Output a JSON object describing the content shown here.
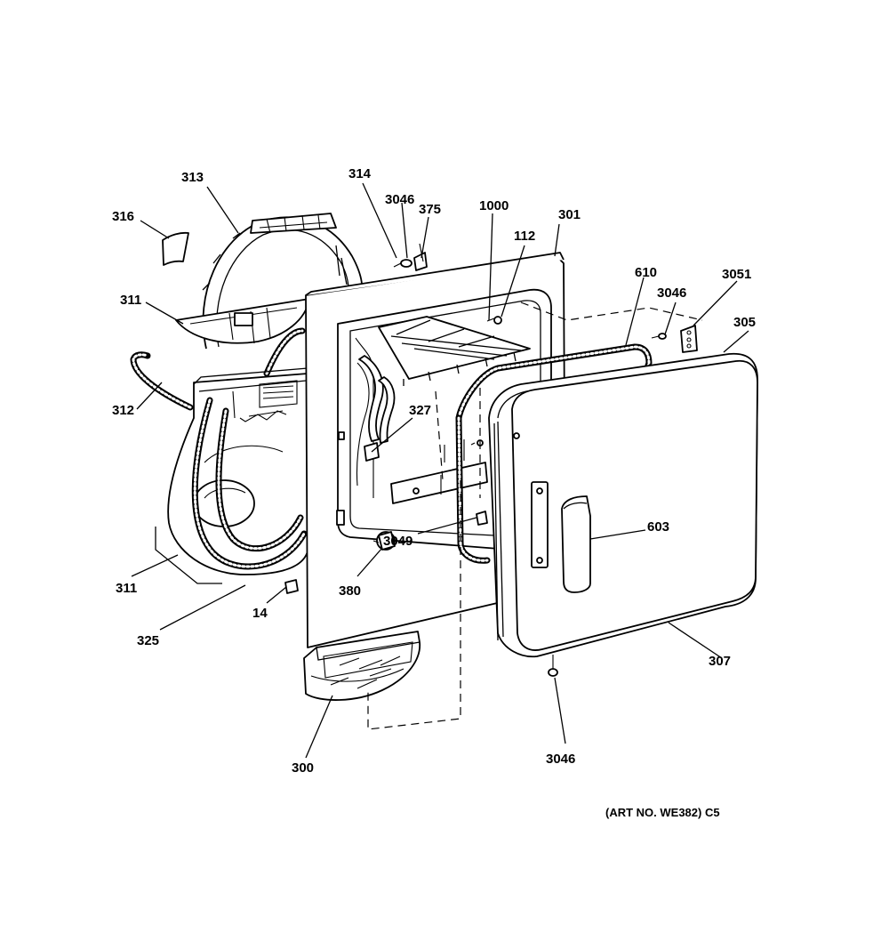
{
  "diagram": {
    "art_number": "(ART NO. WE382) C5",
    "callouts": [
      {
        "id": "316",
        "text": "316"
      },
      {
        "id": "313",
        "text": "313"
      },
      {
        "id": "314",
        "text": "314"
      },
      {
        "id": "3046a",
        "text": "3046"
      },
      {
        "id": "375",
        "text": "375"
      },
      {
        "id": "1000",
        "text": "1000"
      },
      {
        "id": "301",
        "text": "301"
      },
      {
        "id": "112",
        "text": "112"
      },
      {
        "id": "610",
        "text": "610"
      },
      {
        "id": "3046b",
        "text": "3046"
      },
      {
        "id": "3051",
        "text": "3051"
      },
      {
        "id": "305",
        "text": "305"
      },
      {
        "id": "311a",
        "text": "311"
      },
      {
        "id": "312",
        "text": "312"
      },
      {
        "id": "327",
        "text": "327"
      },
      {
        "id": "3049",
        "text": "3049"
      },
      {
        "id": "603",
        "text": "603"
      },
      {
        "id": "311b",
        "text": "311"
      },
      {
        "id": "380",
        "text": "380"
      },
      {
        "id": "14",
        "text": "14"
      },
      {
        "id": "325",
        "text": "325"
      },
      {
        "id": "307",
        "text": "307"
      },
      {
        "id": "300",
        "text": "300"
      },
      {
        "id": "3046c",
        "text": "3046"
      }
    ]
  }
}
